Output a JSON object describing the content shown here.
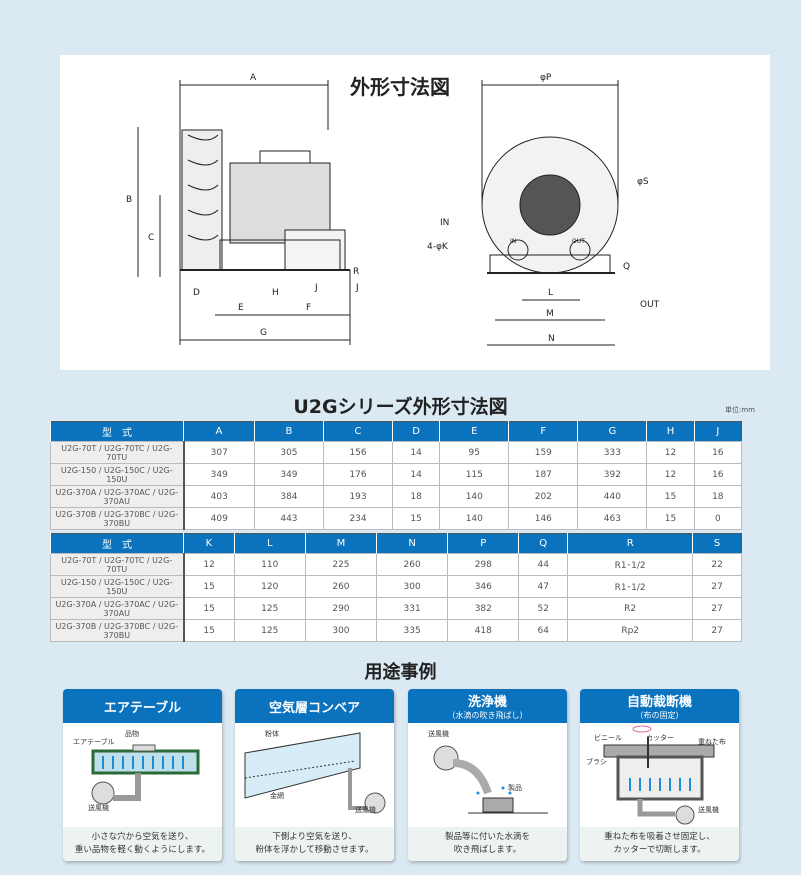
{
  "drawing": {
    "title": "外形寸法図",
    "labels": {
      "A": "A",
      "B": "B",
      "C": "C",
      "D": "D",
      "E": "E",
      "F": "F",
      "G": "G",
      "H": "H",
      "J1": "J",
      "J2": "J",
      "R": "R",
      "P": "φP",
      "S": "φS",
      "IN": "IN",
      "K": "4-φK",
      "Q": "Q",
      "L": "L",
      "M": "M",
      "N": "N",
      "OUT": "OUT",
      "in_small": "IN",
      "out_small": "OUT"
    }
  },
  "table_title": "U2Gシリーズ外形寸法図",
  "unit": "単位:mm",
  "table1": {
    "headers": [
      "型　式",
      "A",
      "B",
      "C",
      "D",
      "E",
      "F",
      "G",
      "H",
      "J"
    ],
    "rows": [
      [
        "U2G-70T / U2G-70TC / U2G-70TU",
        "307",
        "305",
        "156",
        "14",
        "95",
        "159",
        "333",
        "12",
        "16"
      ],
      [
        "U2G-150 / U2G-150C / U2G-150U",
        "349",
        "349",
        "176",
        "14",
        "115",
        "187",
        "392",
        "12",
        "16"
      ],
      [
        "U2G-370A / U2G-370AC / U2G-370AU",
        "403",
        "384",
        "193",
        "18",
        "140",
        "202",
        "440",
        "15",
        "18"
      ],
      [
        "U2G-370B / U2G-370BC / U2G-370BU",
        "409",
        "443",
        "234",
        "15",
        "140",
        "146",
        "463",
        "15",
        "0"
      ]
    ]
  },
  "table2": {
    "headers": [
      "型　式",
      "K",
      "L",
      "M",
      "N",
      "P",
      "Q",
      "R",
      "S"
    ],
    "rows": [
      [
        "U2G-70T / U2G-70TC / U2G-70TU",
        "12",
        "110",
        "225",
        "260",
        "298",
        "44",
        "R1･1/2",
        "22"
      ],
      [
        "U2G-150 / U2G-150C / U2G-150U",
        "15",
        "120",
        "260",
        "300",
        "346",
        "47",
        "R1･1/2",
        "27"
      ],
      [
        "U2G-370A / U2G-370AC / U2G-370AU",
        "15",
        "125",
        "290",
        "331",
        "382",
        "52",
        "R2",
        "27"
      ],
      [
        "U2G-370B / U2G-370BC / U2G-370BU",
        "15",
        "125",
        "300",
        "335",
        "418",
        "64",
        "Rp2",
        "27"
      ]
    ]
  },
  "uses_title": "用途事例",
  "cards": [
    {
      "title": "エアテーブル",
      "sub": "",
      "labels": [
        "品物",
        "エアテーブル",
        "送風機"
      ],
      "desc1": "小さな穴から空気を送り、",
      "desc2": "重い品物を軽く動くようにします。"
    },
    {
      "title": "空気層コンベア",
      "sub": "",
      "labels": [
        "粉体",
        "金網",
        "送風機"
      ],
      "desc1": "下側より空気を送り、",
      "desc2": "粉体を浮かして移動させます。"
    },
    {
      "title": "洗浄機",
      "sub": "（水滴の吹き飛ばし）",
      "labels": [
        "送風機",
        "製品"
      ],
      "desc1": "製品等に付いた水滴を",
      "desc2": "吹き飛ばします。"
    },
    {
      "title": "自動裁断機",
      "sub": "（布の固定）",
      "labels": [
        "ビニール",
        "カッター",
        "重ねた布",
        "ブラシ",
        "送風機"
      ],
      "desc1": "重ねた布を吸着させ固定し、",
      "desc2": "カッターで切断します。"
    }
  ],
  "colors": {
    "accent": "#0b72bd",
    "background": "#dbe9f3"
  }
}
